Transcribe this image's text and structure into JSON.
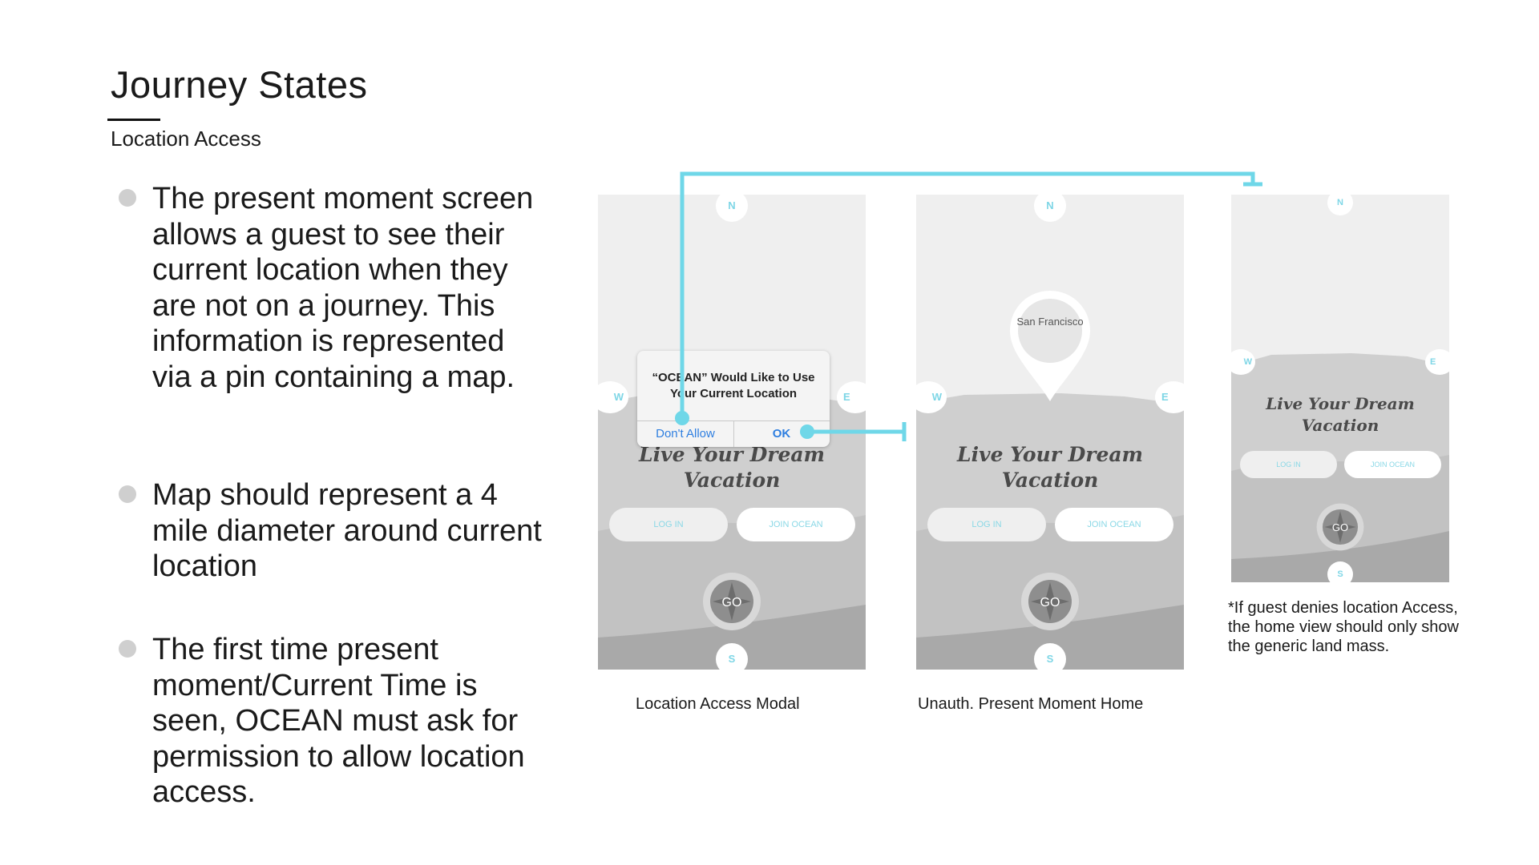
{
  "page": {
    "title": "Journey States",
    "subtitle": "Location Access"
  },
  "bullets": [
    "The present moment screen allows a guest to see their current location when they are not on a journey. This information is represented via a pin containing a map.",
    "Map should represent a 4 mile diameter around current location",
    "The first time present moment/Current Time is seen, OCEAN must ask for permission to allow location access."
  ],
  "screens": {
    "modal_screen": {
      "caption": "Location Access Modal",
      "tagline": "Live Your Dream Vacation",
      "login_label": "LOG IN",
      "join_label": "JOIN OCEAN",
      "go_label": "GO",
      "compass": {
        "n": "N",
        "s": "S",
        "w": "W",
        "e": "E"
      },
      "modal": {
        "message": "“OCEAN” Would Like to Use Your Current Location",
        "deny_label": "Don't Allow",
        "ok_label": "OK"
      }
    },
    "home_screen": {
      "caption": "Unauth. Present Moment Home",
      "tagline": "Live Your Dream Vacation",
      "login_label": "LOG IN",
      "join_label": "JOIN OCEAN",
      "go_label": "GO",
      "pin_label": "San Francisco",
      "compass": {
        "n": "N",
        "s": "S",
        "w": "W",
        "e": "E"
      }
    },
    "denied_screen": {
      "note": "*If guest denies location Access, the home view should only show the generic land mass.",
      "tagline": "Live Your Dream Vacation",
      "login_label": "LOG IN",
      "join_label": "JOIN OCEAN",
      "go_label": "GO",
      "compass": {
        "n": "N",
        "s": "S",
        "w": "W",
        "e": "E"
      }
    }
  },
  "colors": {
    "accent": "#7ed6e6",
    "flow_line": "#6fd7e8",
    "ios_blue": "#2f7fe0",
    "land_light": "#cfcfcf",
    "land_mid": "#bdbdbd",
    "land_dark": "#a9a9a9",
    "sky": "#efefef"
  }
}
